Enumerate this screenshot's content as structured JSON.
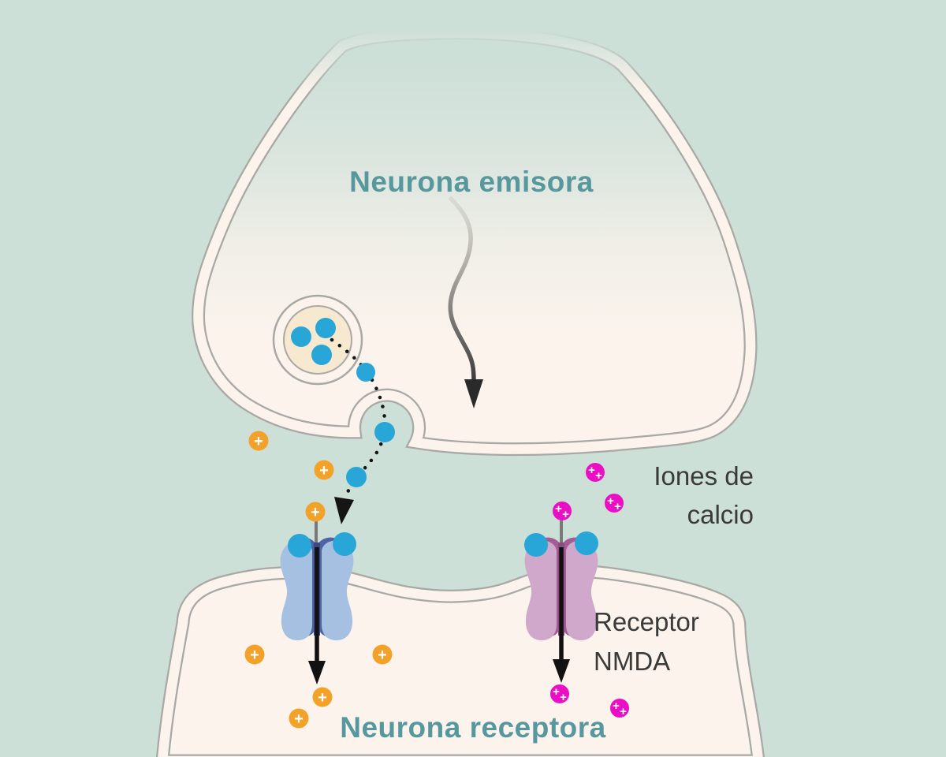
{
  "diagram": {
    "labels": {
      "sender_neuron": "Neurona emisora",
      "receiver_neuron": "Neurona receptora",
      "calcium_ions_line1": "Iones de",
      "calcium_ions_line2": "calcio",
      "nmda_receptor_line1": "Receptor",
      "nmda_receptor_line2": "NMDA"
    },
    "symbols": {
      "positive_ion": "+",
      "calcium_plus_a": "+",
      "calcium_plus_b": "+"
    },
    "counts": {
      "vesicle_neurotransmitters": 3,
      "free_neurotransmitters": 3,
      "positive_ions": 7,
      "calcium_ions": 5
    },
    "colors": {
      "background": "#cde0d8",
      "cell_fill": "#fbf3ec",
      "membrane_line": "#a9a8a4",
      "vesicle_interior": "#f7e9d0",
      "neurotransmitter": "#27a6d7",
      "positive_ion": "#f3a229",
      "calcium_ion": "#ea0fc5",
      "receptor_left_light": "#a5c0e1",
      "receptor_left_dark": "#5063a5",
      "receptor_left_channel": "#3c4a82",
      "receptor_nmda_light": "#cfa8cb",
      "receptor_nmda_dark": "#a25d96",
      "receptor_nmda_channel": "#8c4c7f",
      "teal_label": "#57989e",
      "dark_label": "#3a3a3a",
      "arrow": "#111111"
    }
  }
}
